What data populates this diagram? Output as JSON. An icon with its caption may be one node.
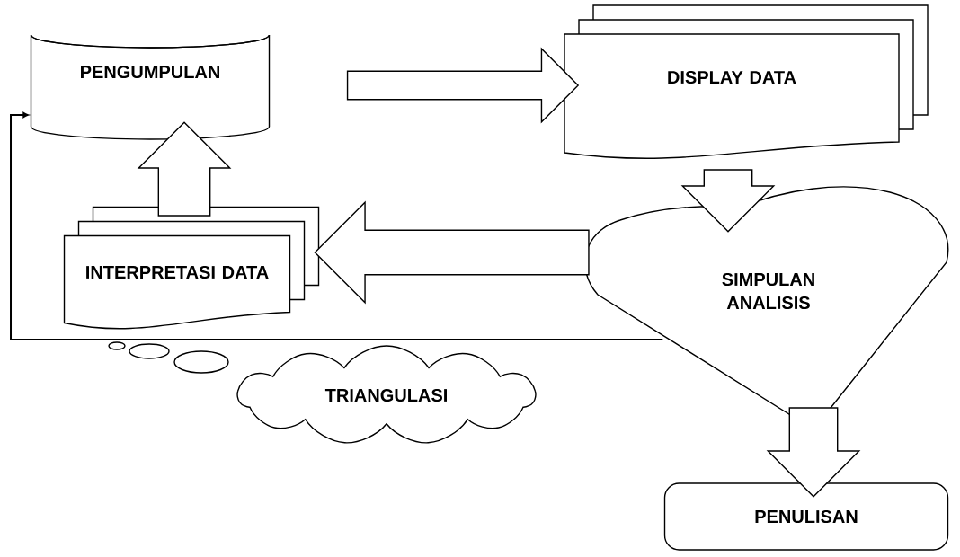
{
  "diagram": {
    "nodes": [
      {
        "text": [
          "PENGUMPULAN"
        ]
      },
      {
        "text": [
          "DISPLAY  DATA"
        ]
      },
      {
        "text": [
          "SIMPULAN ANALISIS"
        ]
      },
      {
        "text": [
          "INTERPRETASI DATA"
        ]
      },
      {
        "text": [
          "TRIANGULASI"
        ]
      },
      {
        "text": [
          "PENULISAN"
        ]
      }
    ],
    "edges": [
      {
        "from": 0,
        "to": 1,
        "arrow": "to"
      },
      {
        "from": 1,
        "to": 2,
        "arrow": "to"
      },
      {
        "from": 2,
        "to": 3,
        "arrow": "to"
      },
      {
        "from": 3,
        "to": 0,
        "arrow": "to"
      },
      {
        "from": 2,
        "to": 5,
        "arrow": "to"
      },
      {
        "from": 2,
        "to": 0,
        "arrow": "to"
      }
    ]
  }
}
